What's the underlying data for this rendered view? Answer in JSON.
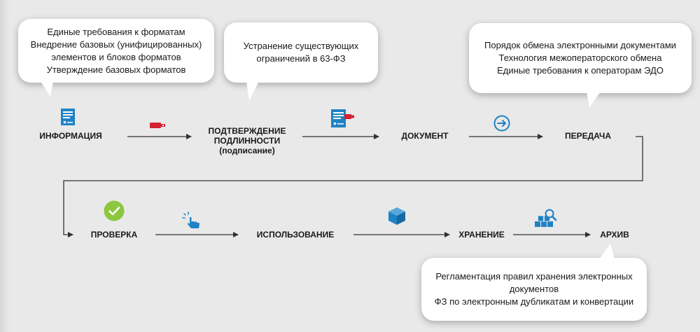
{
  "bubbles": {
    "formats": {
      "lines": [
        "Единые требования к форматам",
        "Внедрение базовых (унифицированных)",
        "элементов и блоков форматов",
        "Утверждение базовых форматов"
      ]
    },
    "limits": {
      "lines": [
        "Устранение существующих",
        "ограничений в 63-ФЗ"
      ]
    },
    "exchange": {
      "lines": [
        "Порядок обмена электронными документами",
        "Технология межоператорского обмена",
        "Единые требования к операторам ЭДО"
      ]
    },
    "storage": {
      "lines": [
        "Регламентация правил хранения электронных",
        "документов",
        "ФЗ по электронным дубликатам и конвертации"
      ]
    }
  },
  "nodes": {
    "info": "ИНФОРМАЦИЯ",
    "auth_line1": "ПОДТВЕРЖДЕНИЕ",
    "auth_line2": "ПОДЛИННОСТИ",
    "auth_sub": "(подписание)",
    "document": "ДОКУМЕНТ",
    "transfer": "ПЕРЕДАЧА",
    "check": "ПРОВЕРКА",
    "usage": "ИСПОЛЬЗОВАНИЕ",
    "storage": "ХРАНЕНИЕ",
    "archive": "АРХИВ"
  },
  "icons": {
    "info": "document-form-icon",
    "auth_arrow": "usb-token-icon",
    "document": "document-signed-icon",
    "transfer": "arrow-circle-icon",
    "check": "checkmark-circle-icon",
    "usage": "hand-tap-icon",
    "storage": "package-box-icon",
    "archive": "boxes-search-icon"
  },
  "colors": {
    "accent": "#1f82c4",
    "token_red": "#d62033",
    "check_green": "#8dc63f",
    "line": "#333333",
    "bubble": "#ffffff"
  }
}
